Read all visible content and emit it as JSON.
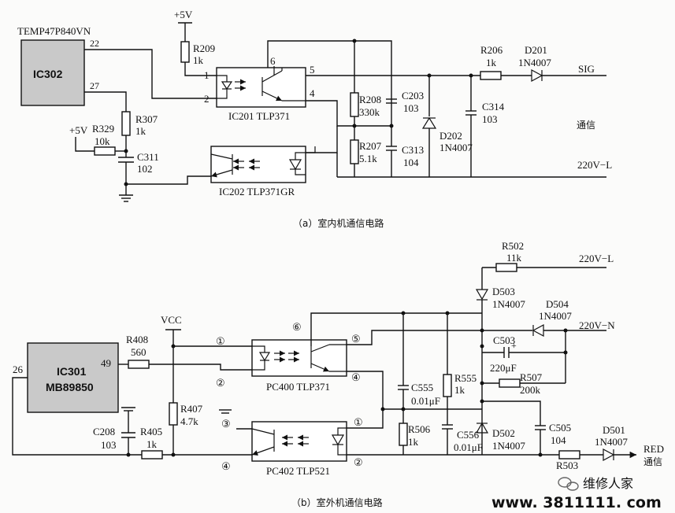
{
  "circuit_a": {
    "caption": "（a）室内机通信电路",
    "ic302": {
      "part": "TEMP47P840VN",
      "name": "IC302",
      "pin_22": "22",
      "pin_27": "27"
    },
    "supply": "+5V",
    "supply2": "+5V",
    "r209": {
      "name": "R209",
      "value": "1k"
    },
    "r307": {
      "name": "R307",
      "value": "1k"
    },
    "r329": {
      "name": "R329",
      "value": "10k"
    },
    "c311": {
      "name": "C311",
      "value": "102"
    },
    "ic201": {
      "name": "IC201 TLP371",
      "p1": "1",
      "p2": "2",
      "p4": "4",
      "p5": "5",
      "p6": "6"
    },
    "ic202": {
      "name": "IC202 TLP371GR"
    },
    "r208": {
      "name": "R208",
      "value": "330k"
    },
    "r207": {
      "name": "R207",
      "value": "5.1k"
    },
    "c203": {
      "name": "C203",
      "value": "103"
    },
    "c313": {
      "name": "C313",
      "value": "104"
    },
    "d202": {
      "name": "D202",
      "value": "1N4007"
    },
    "r206": {
      "name": "R206",
      "value": "1k"
    },
    "d201": {
      "name": "D201",
      "value": "1N4007"
    },
    "c314": {
      "name": "C314",
      "value": "103"
    },
    "sig": "SIG",
    "comm": "通信",
    "l220": "220V−L"
  },
  "circuit_b": {
    "caption": "（b）室外机通信电路",
    "ic301": {
      "name": "IC301",
      "part": "MB89850",
      "pin_49": "49",
      "pin_26": "26"
    },
    "vcc": "VCC",
    "r408": {
      "name": "R408",
      "value": "560"
    },
    "r407": {
      "name": "R407",
      "value": "4.7k"
    },
    "r405": {
      "name": "R405",
      "value": "1k"
    },
    "c208": {
      "name": "C208",
      "value": "103"
    },
    "pc400": {
      "name": "PC400 TLP371"
    },
    "pc402": {
      "name": "PC402 TLP521"
    },
    "circ": {
      "c1": "①",
      "c2": "②",
      "c3": "③",
      "c4": "④",
      "c5": "⑤",
      "c6": "⑥"
    },
    "c555": {
      "name": "C555",
      "value": "0.01μF"
    },
    "r555": {
      "name": "R555",
      "value": "1k"
    },
    "r506": {
      "name": "R506",
      "value": "1k"
    },
    "c556": {
      "name": "C556",
      "value": "0.01μF"
    },
    "r502": {
      "name": "R502",
      "value": "11k"
    },
    "d503": {
      "name": "D503",
      "value": "1N4007"
    },
    "d504": {
      "name": "D504",
      "value": "1N4007"
    },
    "c503": {
      "name": "C503",
      "value": "220μF"
    },
    "r507": {
      "name": "R507",
      "value": "200k"
    },
    "d502": {
      "name": "D502",
      "value": "1N4007"
    },
    "c505": {
      "name": "C505",
      "value": "104"
    },
    "d501": {
      "name": "D501",
      "value": "1N4007"
    },
    "r503": {
      "name": "R503"
    },
    "l220": "220V−L",
    "n220": "220V−N",
    "red": "RED",
    "comm": "通信"
  },
  "watermark": {
    "brand": "维修人家",
    "url": "www. 3811111. com"
  }
}
